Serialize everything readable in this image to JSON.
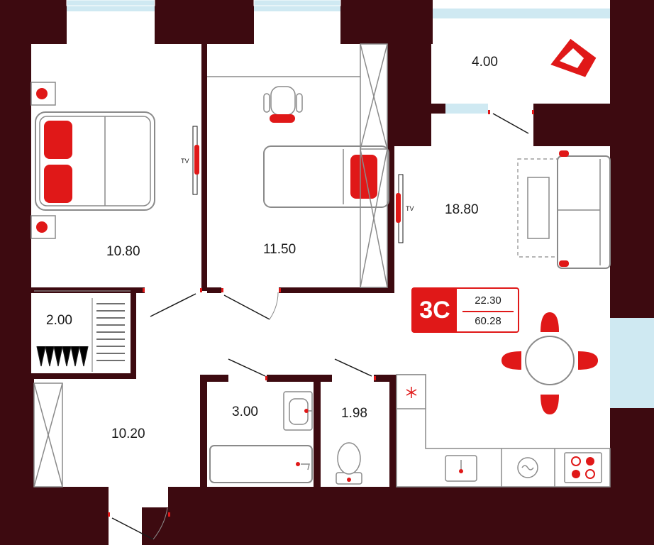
{
  "plan": {
    "colors": {
      "wall": "#3d0a10",
      "accent": "#e01818",
      "line": "#8a8a8a",
      "window": "#cfe9f2",
      "floor": "#ffffff"
    },
    "rooms": [
      {
        "id": "bedroom-1",
        "area": "10.80"
      },
      {
        "id": "bedroom-2",
        "area": "11.50"
      },
      {
        "id": "balcony",
        "area": "4.00"
      },
      {
        "id": "living-kitchen",
        "area": "18.80"
      },
      {
        "id": "wardrobe",
        "area": "2.00"
      },
      {
        "id": "hallway",
        "area": "10.20"
      },
      {
        "id": "bathroom",
        "area": "3.00"
      },
      {
        "id": "toilet",
        "area": "1.98"
      }
    ],
    "tv_label": "TV",
    "tv_label_2": "TV"
  },
  "badge": {
    "code": "3C",
    "living_area": "22.30",
    "total_area": "60.28"
  }
}
